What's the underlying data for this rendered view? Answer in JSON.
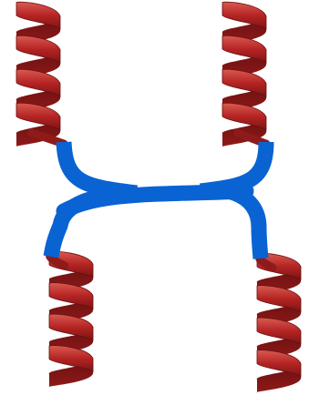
{
  "colors": {
    "background": "#ffffff",
    "helix_dark": "#7d1414",
    "helix_mid": "#b52424",
    "helix_light": "#d85a50",
    "linker": "#0a63d2"
  },
  "structure": {
    "helices": [
      {
        "name": "helix-top-left",
        "turns": 4
      },
      {
        "name": "helix-top-right",
        "turns": 4
      },
      {
        "name": "helix-bottom-left",
        "turns": 4
      },
      {
        "name": "helix-bottom-right",
        "turns": 4
      }
    ],
    "linker": {
      "shape": "H-shaped loop connecting four helices"
    }
  }
}
